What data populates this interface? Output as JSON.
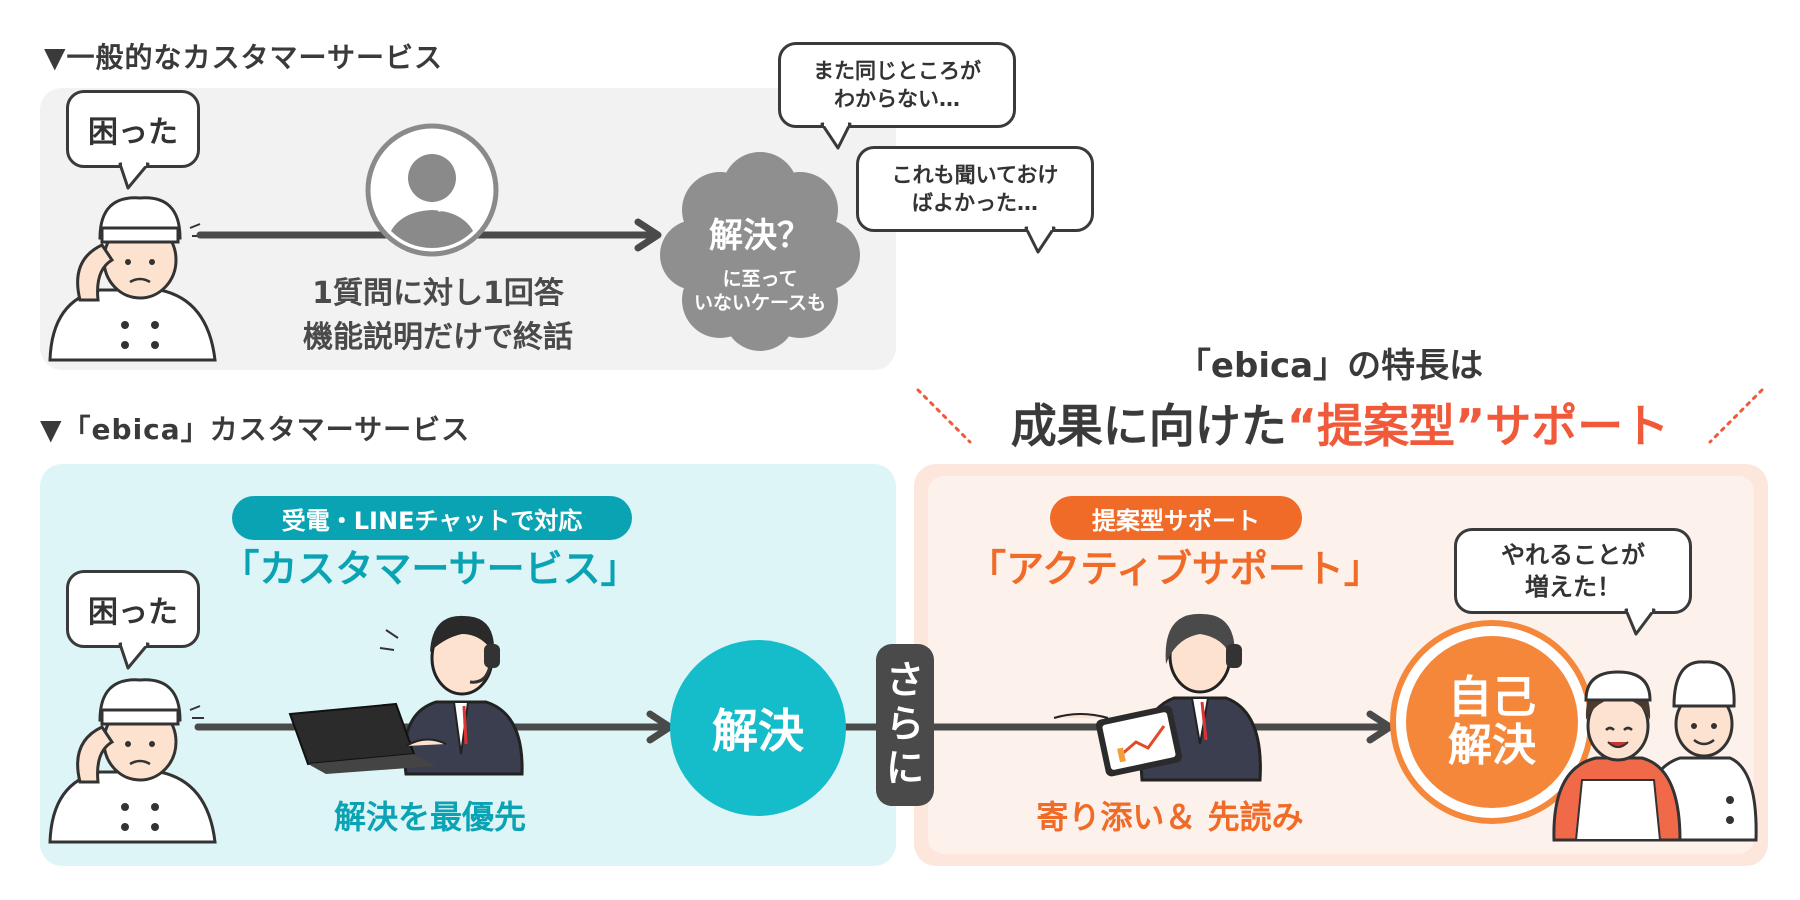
{
  "general": {
    "heading": "▼一般的なカスタマーサービス",
    "customer_bubble": "困った",
    "flow_line1": "1質問に対し1回答",
    "flow_line2": "機能説明だけで終話",
    "cloud_title": "解決？",
    "cloud_sub1": "に至って",
    "cloud_sub2": "いないケースも",
    "thought1_line1": "また同じところが",
    "thought1_line2": "わからない…",
    "thought2_line1": "これも聞いておけ",
    "thought2_line2": "ばよかった…"
  },
  "ebica": {
    "heading": "▼「ebica」カスタマーサービス",
    "feature_line1": "「ebica」の特長は",
    "feature_line2_prefix": "成果に向けた",
    "feature_line2_highlight": "“提案型”サポート",
    "customer_bubble": "困った",
    "cs_pill": "受電・LINEチャットで対応",
    "cs_title": "「カスタマーサービス」",
    "cs_caption": "解決を最優先",
    "resolve_circle": "解決",
    "sarani_1": "さ",
    "sarani_2": "ら",
    "sarani_3": "に",
    "active_pill": "提案型サポート",
    "active_title": "「アクティブサポート」",
    "active_caption": "寄り添い＆ 先読み",
    "self_resolve_1": "自己",
    "self_resolve_2": "解決",
    "happy_line1": "やれることが",
    "happy_line2": "増えた！"
  },
  "colors": {
    "gray_panel": "#f2f2f2",
    "teal_panel": "#def5f7",
    "teal": "#0aa3b4",
    "teal_circle": "#15bcc9",
    "orange_panel": "#fdeee6",
    "orange": "#f06a28",
    "orange_circle": "#f5873a",
    "highlight_red": "#f05a3a",
    "arrow_dark": "#4a4a4a",
    "cloud_gray": "#8f8f8f"
  }
}
